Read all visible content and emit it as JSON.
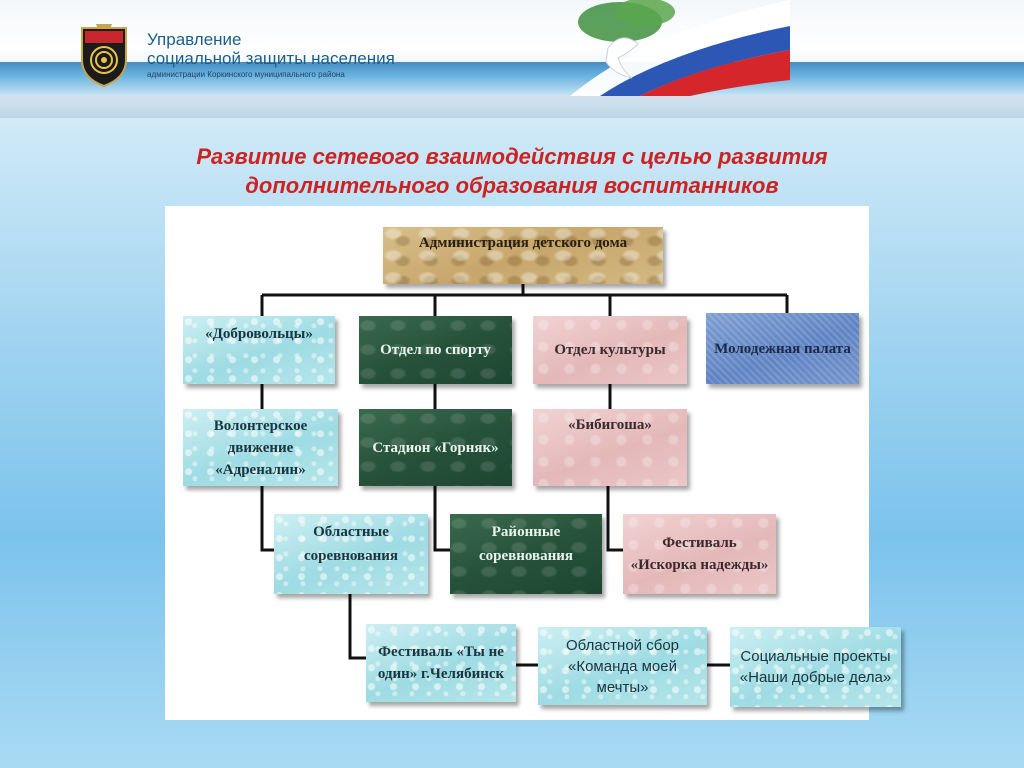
{
  "header": {
    "org_line1": "Управление",
    "org_line2": "социальной защиты населения",
    "org_sub": "администрации Коркинского муниципального района",
    "emblem": "coat-of-arms-icon",
    "decoration": "russian-flag-with-dove-icon"
  },
  "slide": {
    "title_line1": "Развитие сетевого взаимодействия с целью развития",
    "title_line2": "дополнительного образования воспитанников"
  },
  "diagram": {
    "root": {
      "text": "Администрация детского дома"
    },
    "level1": [
      {
        "text": "«Добровольцы»"
      },
      {
        "text": "Отдел по спорту"
      },
      {
        "text": "Отдел культуры"
      },
      {
        "text": "Молодежная палата"
      }
    ],
    "level2": [
      {
        "text": "Волонтерское движение «Адреналин»"
      },
      {
        "text": "Стадион «Горняк»"
      },
      {
        "text": "«Бибигоша»"
      }
    ],
    "level3": [
      {
        "text": "Областные соревнования"
      },
      {
        "text": "Районные соревнования"
      },
      {
        "text": "Фестиваль «Искорка надежды»"
      }
    ],
    "level4": [
      {
        "text": "Фестиваль «Ты не один» г.Челябинск"
      },
      {
        "text": "Областной сбор «Команда моей мечты»"
      },
      {
        "text": "Социальные проекты «Наши добрые дела»"
      }
    ],
    "colors": {
      "title": "#cc2222",
      "aqua": "#9edbe3",
      "green": "#27523a",
      "pink": "#e4b8b9",
      "blue": "#5f83c3",
      "gold": "#c7a66b"
    }
  }
}
